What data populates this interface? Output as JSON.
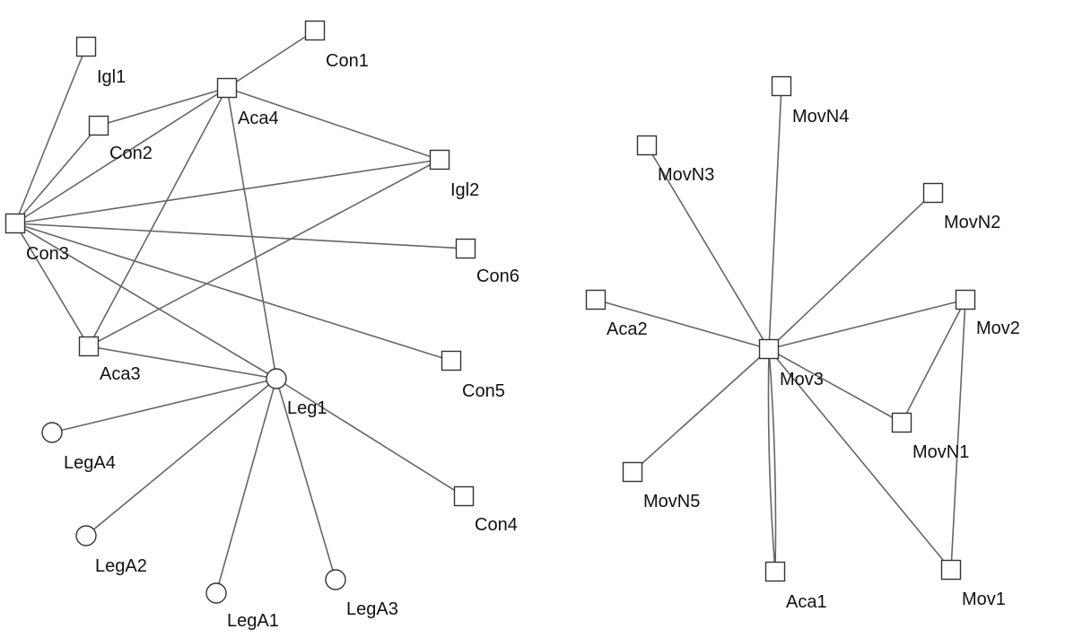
{
  "graph": {
    "nodes": [
      {
        "id": "Igl1",
        "label": "Igl1",
        "shape": "square"
      },
      {
        "id": "Con1",
        "label": "Con1",
        "shape": "square"
      },
      {
        "id": "Aca4",
        "label": "Aca4",
        "shape": "square"
      },
      {
        "id": "Con2",
        "label": "Con2",
        "shape": "square"
      },
      {
        "id": "Igl2",
        "label": "Igl2",
        "shape": "square"
      },
      {
        "id": "Con3",
        "label": "Con3",
        "shape": "square"
      },
      {
        "id": "Con6",
        "label": "Con6",
        "shape": "square"
      },
      {
        "id": "Aca3",
        "label": "Aca3",
        "shape": "square"
      },
      {
        "id": "Con5",
        "label": "Con5",
        "shape": "square"
      },
      {
        "id": "Leg1",
        "label": "Leg1",
        "shape": "circle"
      },
      {
        "id": "LegA4",
        "label": "LegA4",
        "shape": "circle"
      },
      {
        "id": "Con4",
        "label": "Con4",
        "shape": "square"
      },
      {
        "id": "LegA2",
        "label": "LegA2",
        "shape": "circle"
      },
      {
        "id": "LegA1",
        "label": "LegA1",
        "shape": "circle"
      },
      {
        "id": "LegA3",
        "label": "LegA3",
        "shape": "circle"
      },
      {
        "id": "MovN4",
        "label": "MovN4",
        "shape": "square"
      },
      {
        "id": "MovN3",
        "label": "MovN3",
        "shape": "square"
      },
      {
        "id": "MovN2",
        "label": "MovN2",
        "shape": "square"
      },
      {
        "id": "Aca2",
        "label": "Aca2",
        "shape": "square"
      },
      {
        "id": "Mov2",
        "label": "Mov2",
        "shape": "square"
      },
      {
        "id": "Mov3",
        "label": "Mov3",
        "shape": "square"
      },
      {
        "id": "MovN1",
        "label": "MovN1",
        "shape": "square"
      },
      {
        "id": "MovN5",
        "label": "MovN5",
        "shape": "square"
      },
      {
        "id": "Aca1",
        "label": "Aca1",
        "shape": "square"
      },
      {
        "id": "Mov1",
        "label": "Mov1",
        "shape": "square"
      }
    ],
    "edges": [
      {
        "source": "Igl1",
        "target": "Con3"
      },
      {
        "source": "Con1",
        "target": "Aca4"
      },
      {
        "source": "Aca4",
        "target": "Con2"
      },
      {
        "source": "Aca4",
        "target": "Igl2"
      },
      {
        "source": "Aca4",
        "target": "Con3"
      },
      {
        "source": "Aca4",
        "target": "Aca3"
      },
      {
        "source": "Aca4",
        "target": "Leg1"
      },
      {
        "source": "Con2",
        "target": "Con3"
      },
      {
        "source": "Igl2",
        "target": "Con3"
      },
      {
        "source": "Igl2",
        "target": "Aca3"
      },
      {
        "source": "Con3",
        "target": "Con6"
      },
      {
        "source": "Con3",
        "target": "Con5"
      },
      {
        "source": "Con3",
        "target": "Aca3"
      },
      {
        "source": "Con3",
        "target": "Leg1"
      },
      {
        "source": "Aca3",
        "target": "Leg1"
      },
      {
        "source": "Leg1",
        "target": "LegA4"
      },
      {
        "source": "Leg1",
        "target": "LegA2"
      },
      {
        "source": "Leg1",
        "target": "LegA1"
      },
      {
        "source": "Leg1",
        "target": "LegA3"
      },
      {
        "source": "Leg1",
        "target": "Con4"
      },
      {
        "source": "Mov3",
        "target": "MovN4"
      },
      {
        "source": "Mov3",
        "target": "MovN3"
      },
      {
        "source": "Mov3",
        "target": "MovN2"
      },
      {
        "source": "Mov3",
        "target": "Aca2"
      },
      {
        "source": "Mov3",
        "target": "Mov2"
      },
      {
        "source": "Mov3",
        "target": "MovN1"
      },
      {
        "source": "Mov3",
        "target": "MovN5"
      },
      {
        "source": "Mov3",
        "target": "Aca1",
        "curve": "left"
      },
      {
        "source": "Mov3",
        "target": "Aca1",
        "curve": "right"
      },
      {
        "source": "Mov3",
        "target": "Mov1"
      },
      {
        "source": "Mov2",
        "target": "MovN1"
      },
      {
        "source": "Mov2",
        "target": "Mov1"
      }
    ]
  }
}
